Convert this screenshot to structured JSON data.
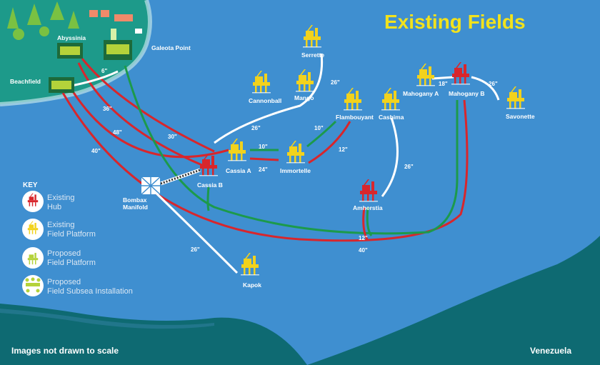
{
  "title": "Existing Fields",
  "colors": {
    "sea": "#3f8fd0",
    "land": "#1d9a8a",
    "seafloor": "#0e6a72",
    "pipe_red": "#d8262c",
    "pipe_green": "#1c9a4b",
    "pipe_white": "#ffffff",
    "hub": "#d8262c",
    "platform": "#f2d21c",
    "proposed": "#b4d23a",
    "title": "#f2e21c"
  },
  "onshore": {
    "abyssinia": "Abyssinia",
    "galeota": "Galeota Point",
    "beachfield": "Beachfield"
  },
  "fields": {
    "serrette": "Serrette",
    "cannonball": "Cannonball",
    "mango": "Mango",
    "flambouyant": "Flambouyant",
    "cashima": "Cashima",
    "mahogany_a": "Mahogany A",
    "mahogany_b": "Mahogany B",
    "savonette": "Savonette",
    "cassia_a": "Cassia A",
    "cassia_b": "Cassia B",
    "immortelle": "Immortelle",
    "amherstia": "Amherstia",
    "kapok": "Kapok",
    "bombax": "Bombax\nManifold"
  },
  "pipe_sizes": {
    "p6": "6\"",
    "p26_serrette": "26\"",
    "p26_cassia": "26\"",
    "p36": "36\"",
    "p48": "48\"",
    "p30": "30\"",
    "p40_beach": "40\"",
    "p10_flamb": "10\"",
    "p12_imm": "12\"",
    "p10_cassia": "10\"",
    "p24_cassia": "24\"",
    "p18": "18\"",
    "p26_savonette": "26\"",
    "p26_cashima": "26\"",
    "p12_bottom": "12\"",
    "p40_bottom": "40\"",
    "p26_kapok": "26\""
  },
  "key": {
    "heading": "KEY",
    "items": [
      {
        "line1": "Existing",
        "line2": "Hub",
        "icon": "hub-icon"
      },
      {
        "line1": "Existing",
        "line2": "Field Platform",
        "icon": "platform-icon"
      },
      {
        "line1": "Proposed",
        "line2": "Field Platform",
        "icon": "proposed-platform-icon"
      },
      {
        "line1": "Proposed",
        "line2": "Field Subsea Installation",
        "icon": "subsea-icon"
      }
    ]
  },
  "footer": {
    "note": "Images not drawn to scale",
    "venezuela": "Venezuela"
  }
}
